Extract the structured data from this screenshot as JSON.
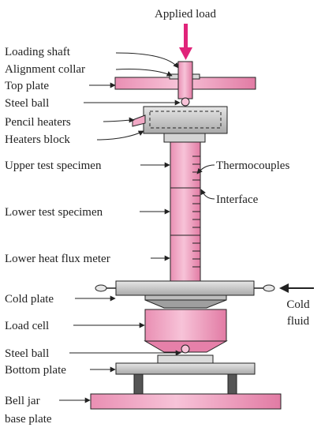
{
  "title": "Applied load",
  "labels": {
    "loading_shaft": "Loading shaft",
    "alignment_collar": "Alignment collar",
    "top_plate": "Top plate",
    "steel_ball_top": "Steel ball",
    "pencil_heaters": "Pencil heaters",
    "heaters_block": "Heaters block",
    "upper_test_specimen": "Upper test specimen",
    "lower_test_specimen": "Lower test specimen",
    "lower_heat_flux_meter": "Lower heat flux meter",
    "cold_plate": "Cold plate",
    "load_cell": "Load cell",
    "steel_ball_bottom": "Steel ball",
    "bottom_plate": "Bottom plate",
    "bell_jar_line1": "Bell jar",
    "bell_jar_line2": "base plate",
    "thermocouples": "Thermocouples",
    "interface": "Interface",
    "cold_fluid_line1": "Cold",
    "cold_fluid_line2": "fluid"
  },
  "colors": {
    "pink": "#f2a9c6",
    "pink_dark": "#e37aa3",
    "gray": "#c9c9c9",
    "gray_dark": "#9a9a9a",
    "load_arrow": "#e0247a",
    "line": "#222222"
  }
}
